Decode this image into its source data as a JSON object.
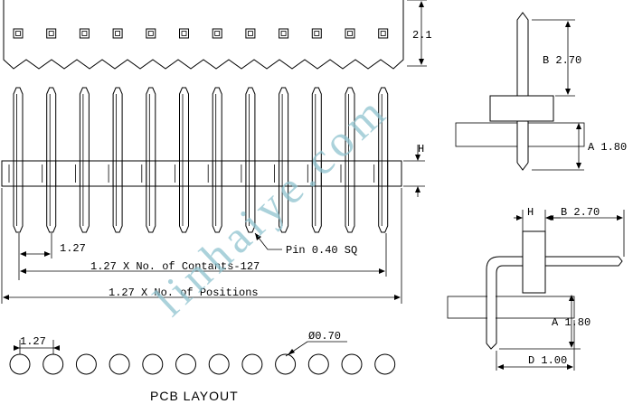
{
  "labels": {
    "dim_h_top": "2.1",
    "dim_b_side": "B 2.70",
    "dim_a_side": "A 1.80",
    "dim_h_front": "H",
    "dim_pitch": "1.27",
    "pin_note": "Pin 0.40 SQ",
    "dim_contacts": "1.27 X No. of Contants-127",
    "dim_positions": "1.27 X No. of Positions",
    "dim_h_ra": "H",
    "dim_b_ra": "B 2.70",
    "dim_a_ra": "A 1.80",
    "dim_d_ra": "D 1.00",
    "pcb_pitch": "1.27",
    "pcb_hole": "Ø0.70",
    "pcb_title": "PCB LAYOUT"
  },
  "watermark": {
    "text": "linhaiye.com",
    "color": "#8fc3cf"
  },
  "counts": {
    "pins": 12,
    "pcb_holes": 12
  }
}
